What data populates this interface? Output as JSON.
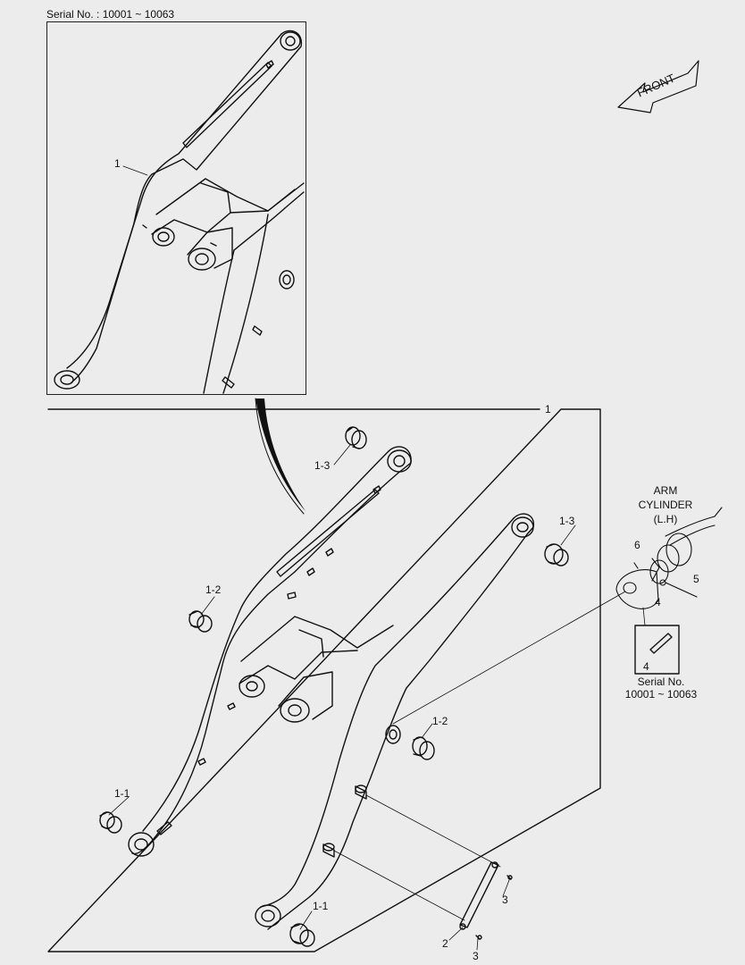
{
  "header": {
    "serial_text": "Serial No. : 10001 ~ 10063"
  },
  "front_arrow": {
    "label": "FRONT"
  },
  "callouts": {
    "top_1": "1",
    "main_1": "1",
    "c1_3_a": "1-3",
    "c1_3_b": "1-3",
    "c1_2_a": "1-2",
    "c1_2_b": "1-2",
    "c1_1_a": "1-1",
    "c1_1_b": "1-1",
    "c2": "2",
    "c3_a": "3",
    "c3_b": "3",
    "c4": "4",
    "c4_box": "4",
    "c5": "5",
    "c6": "6"
  },
  "cylinder": {
    "line1": "ARM",
    "line2": "CYLINDER",
    "line3": "(L.H)"
  },
  "serial_note": {
    "line1": "Serial No.",
    "line2": "10001 ~ 10063"
  }
}
